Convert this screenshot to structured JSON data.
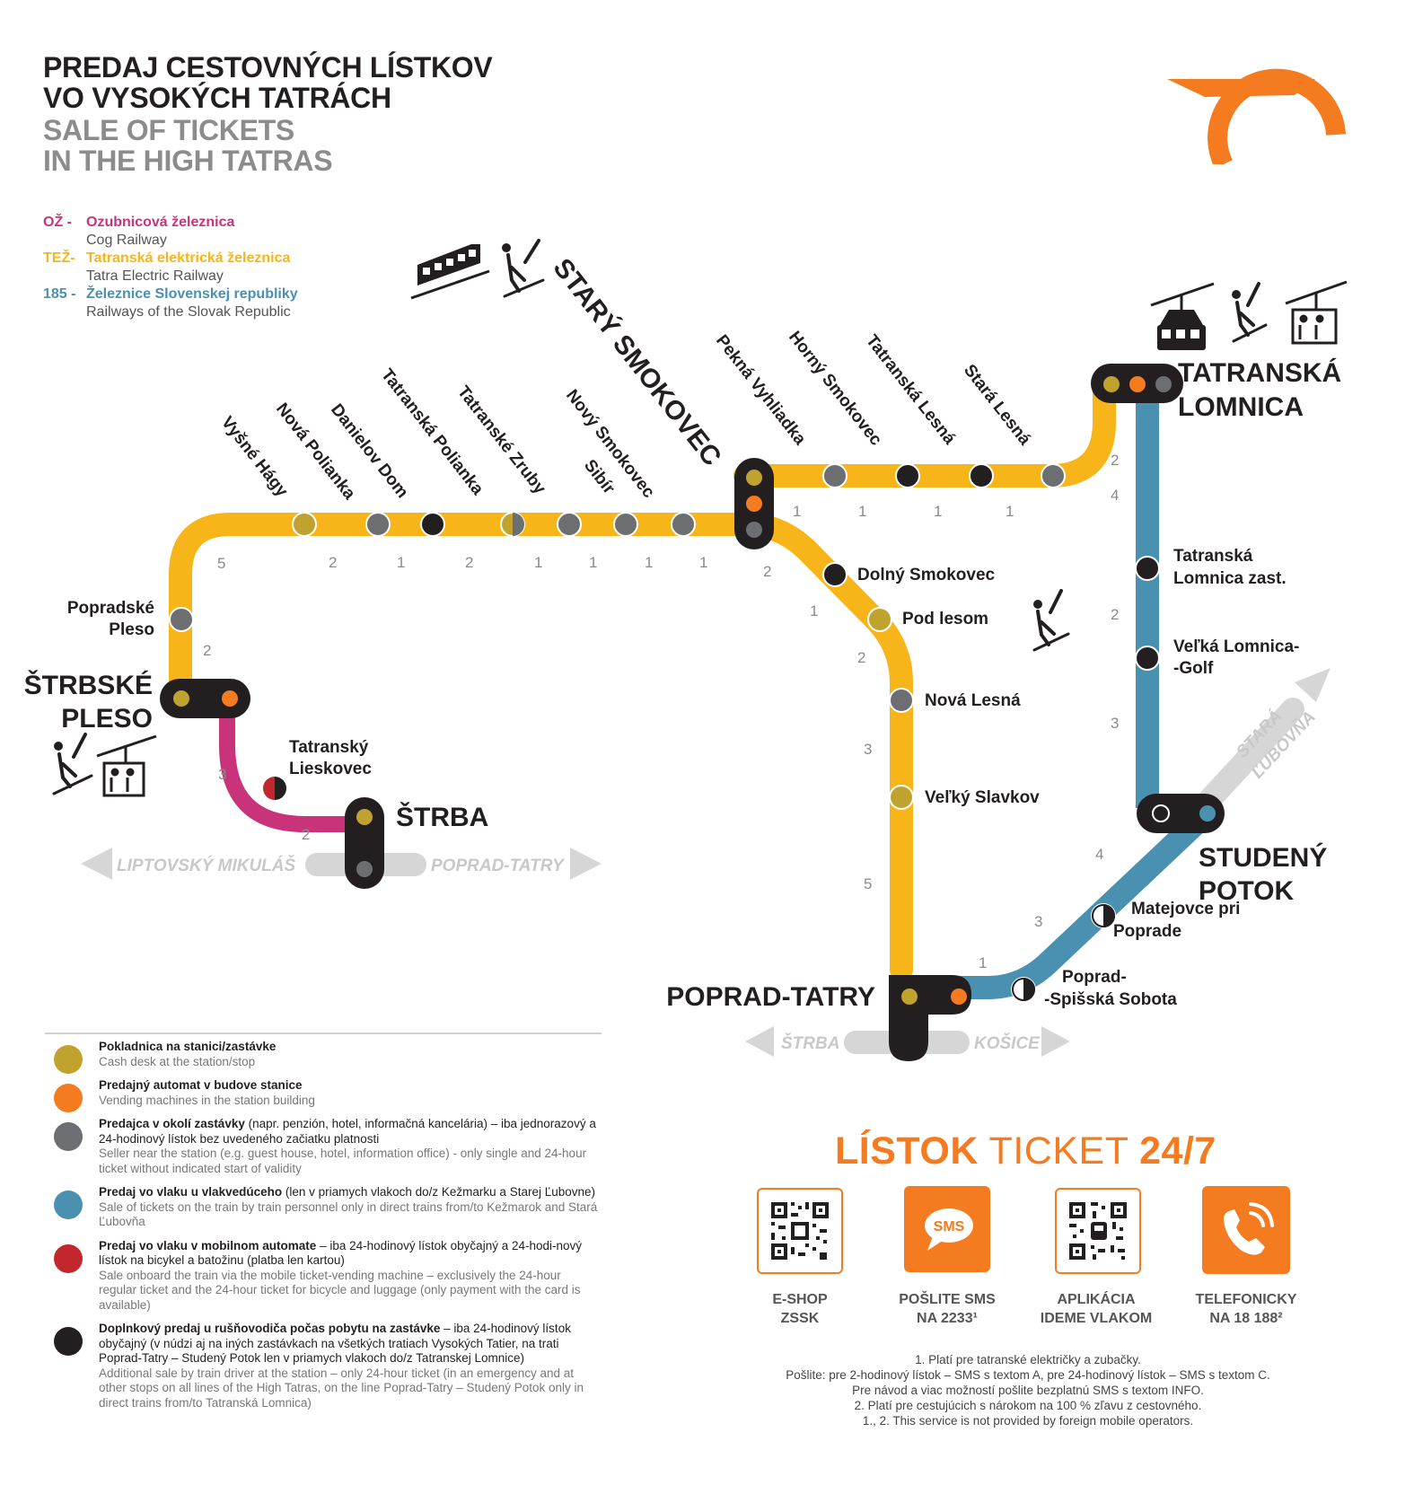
{
  "title": {
    "sk_line1": "PREDAJ CESTOVNÝCH LÍSTKOV",
    "sk_line2": "VO VYSOKÝCH TATRÁCH",
    "en_line1": "SALE OF TICKETS",
    "en_line2": "IN THE HIGH TATRAS"
  },
  "lines": [
    {
      "code": "OŽ  -",
      "name": "Ozubnicová železnica",
      "en": "Cog Railway",
      "color": "#c8337a"
    },
    {
      "code": "TEŽ-",
      "name": "Tatranská elektrická železnica",
      "en": "Tatra Electric Railway",
      "color": "#f7b519"
    },
    {
      "code": "185 -",
      "name": "Železnice Slovenskej republiky",
      "en": "Railways of the Slovak Republic",
      "color": "#4a90b0"
    }
  ],
  "colors": {
    "cog": "#c8337a",
    "electric": "#f7b519",
    "zssk": "#4a90b0",
    "cash_desk": "#bfa32e",
    "vending": "#f47b20",
    "seller": "#6d6e71",
    "train_personnel": "#4a90b0",
    "mobile_vending": "#c1272d",
    "driver": "#231f20",
    "brand": "#f47b20"
  },
  "hubs": {
    "strbske_pleso": [
      "ŠTRBSKÉ",
      "PLESO"
    ],
    "stary_smokovec": "STARÝ SMOKOVEC",
    "tatranska_lomnica": [
      "TATRANSKÁ",
      "LOMNICA"
    ],
    "strba": "ŠTRBA",
    "poprad_tatry": "POPRAD-TATRY",
    "studeny_potok": [
      "STUDENÝ",
      "POTOK"
    ]
  },
  "stations": {
    "popradske_pleso": [
      "Popradské",
      "Pleso"
    ],
    "vysne_hagy": "Vyšné Hágy",
    "nova_polianka": "Nová Polianka",
    "danielov_dom": "Danielov Dom",
    "tatranska_polianka": "Tatranská Polianka",
    "tatranske_zruby": "Tatranské Zruby",
    "sibir": "Sibír",
    "novy_smokovec": "Nový Smokovec",
    "pekna_vyhliadka": "Pekná Vyhliadka",
    "horny_smokovec": "Horný Smokovec",
    "tatranska_lesna": "Tatranská Lesná",
    "stara_lesna": "Stará Lesná",
    "dolny_smokovec": "Dolný Smokovec",
    "pod_lesom": "Pod lesom",
    "nova_lesna": "Nová Lesná",
    "velky_slavkov": "Veľký Slavkov",
    "tatransky_lieskovec": [
      "Tatranský",
      "Lieskovec"
    ],
    "tatranska_lomnica_zast": [
      "Tatranská",
      "Lomnica zast."
    ],
    "velka_lomnica_golf": [
      "Veľká Lomnica-",
      "-Golf"
    ],
    "matejovce": [
      "Matejovce pri",
      "Poprade"
    ],
    "spisska_sobota": [
      "Poprad-",
      "-Spišská Sobota"
    ]
  },
  "directions": {
    "liptovsky_mikulas": "LIPTOVSKÝ MIKULÁŠ",
    "poprad_tatry": "POPRAD-TATRY",
    "strba": "ŠTRBA",
    "kosice": "KOŠICE",
    "stara_lubovna": [
      "STARÁ",
      "ĽUBOVŇA"
    ]
  },
  "travel_times": {
    "a": "5",
    "b": "2",
    "c": "3",
    "d": "2",
    "e": "2",
    "f": "1",
    "g": "2",
    "h": "1",
    "i": "1",
    "j": "1",
    "k": "1",
    "l": "2",
    "m": "1",
    "n": "2",
    "o": "3",
    "p": "5",
    "q": "1",
    "r": "1",
    "s": "1",
    "t": "1",
    "u": "2",
    "v": "4",
    "w": "2",
    "x": "3",
    "y": "4",
    "z": "3",
    "za": "1"
  },
  "legend": [
    {
      "sk_bold": "Pokladnica na stanici/zastávke",
      "sk_rest": "",
      "en": "Cash desk at the station/stop",
      "color": "#bfa32e",
      "split": false
    },
    {
      "sk_bold": "Predajný automat v budove stanice",
      "sk_rest": "",
      "en": "Vending machines in the station building",
      "color": "#f47b20",
      "split": false
    },
    {
      "sk_bold": "Predajca v okolí zastávky",
      "sk_rest": " (napr. penzión, hotel, informačná kancelária) – iba jednorazový a 24-hodinový lístok bez uvedeného začiatku platnosti",
      "en": "Seller near the station (e.g. guest house, hotel, information office) - only single and 24-hour ticket without indicated start of validity",
      "color": "#6d6e71",
      "split": false
    },
    {
      "sk_bold": "Predaj vo vlaku u vlakvedúceho",
      "sk_rest": " (len v priamych vlakoch do/z Kežmarku a Starej Ľubovne)",
      "en": "Sale of tickets on the train by train personnel only in direct trains from/to Kežmarok and Stará Ľubovňa",
      "color": "#4a90b0",
      "split": false
    },
    {
      "sk_bold": "Predaj vo vlaku v mobilnom automate",
      "sk_rest": " – iba 24-hodinový lístok obyčajný a 24-hodi-nový lístok na bicykel a batožinu (platba len kartou)",
      "en": "Sale onboard the train via the mobile ticket-vending machine – exclusively the 24-hour regular ticket and the 24-hour ticket for bicycle and luggage (only payment with the card is available)",
      "color": "#c1272d",
      "split": false
    },
    {
      "sk_bold": "Doplnkový predaj u rušňovodiča počas pobytu na zastávke",
      "sk_rest": " – iba 24-hodinový lístok obyčajný (v núdzi aj na iných zastávkach na všetkých tratiach Vysokých Tatier, na trati Poprad-Tatry – Studený Potok len v priamych vlakoch do/z Tatranskej Lomnice)",
      "en": "Additional sale by train driver at the station – only 24-hour ticket (in an emergency and at other stops on all lines of the High Tatras, on the line Poprad-Tatry – Studený Potok only in direct trains from/to Tatranská Lomnica)",
      "color": "#231f20",
      "split": false
    }
  ],
  "promo": {
    "title_bold": "LÍSTOK",
    "title_thin": " TICKET ",
    "title_end": "24/7",
    "items": [
      {
        "line1": "E-SHOP",
        "line2": "ZSSK",
        "icon": "qr-code-icon"
      },
      {
        "line1": "POŠLITE SMS",
        "line2": "NA 2233¹",
        "icon": "sms-icon",
        "badge": "SMS"
      },
      {
        "line1": "APLIKÁCIA",
        "line2": "IDEME VLAKOM",
        "icon": "qr-code-icon"
      },
      {
        "line1": "TELEFONICKY",
        "line2": "NA 18 188²",
        "icon": "phone-icon"
      }
    ]
  },
  "notes": [
    "1. Platí pre tatranské električky a zubačky.",
    "Pošlite: pre 2-hodinový lístok – SMS s textom A, pre 24-hodinový lístok – SMS s textom C.",
    "Pre návod a viac možností pošlite bezplatnú SMS s textom INFO.",
    "2. Platí pre cestujúcich s nárokom na 100 % zľavu z cestovného.",
    "1., 2. This service is not provided by foreign mobile operators."
  ],
  "icons": [
    "zssk-logo-icon",
    "funicular-icon",
    "skier-icon",
    "cable-car-icon",
    "chairlift-icon"
  ]
}
